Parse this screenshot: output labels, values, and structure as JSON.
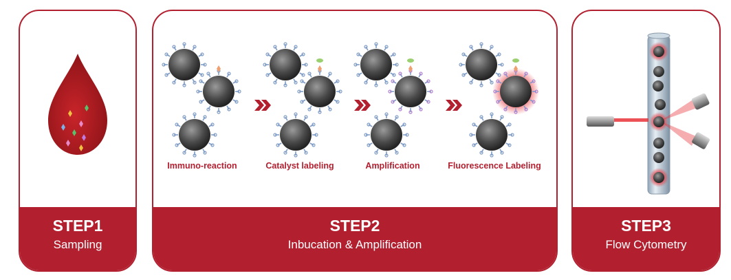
{
  "steps": [
    {
      "title": "STEP1",
      "subtitle": "Sampling"
    },
    {
      "title": "STEP2",
      "subtitle": "Inbucation & Amplification"
    },
    {
      "title": "STEP3",
      "subtitle": "Flow Cytometry"
    }
  ],
  "stages": [
    "Immuno-reaction",
    "Catalyst labeling",
    "Amplification",
    "Fluorescence Labeling"
  ],
  "colors": {
    "brand": "#b22030",
    "antibody": "#7f9cc6",
    "laser": "#e8333a"
  }
}
